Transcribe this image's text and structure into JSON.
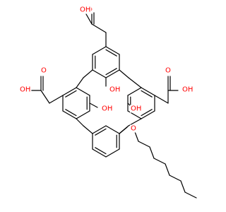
{
  "structure": {
    "atom_color": "#ff0000",
    "bond_color": "#000000",
    "labels": {
      "top_o1": "O",
      "top_oh": "OH",
      "left_oh": "OH",
      "left_o1": "O",
      "right_o1": "O",
      "right_oh": "OH",
      "phenol_oh_top": "OH",
      "phenol_oh_mid": "OH",
      "phenol_oh_right": "OH",
      "ether_o": "O"
    }
  }
}
